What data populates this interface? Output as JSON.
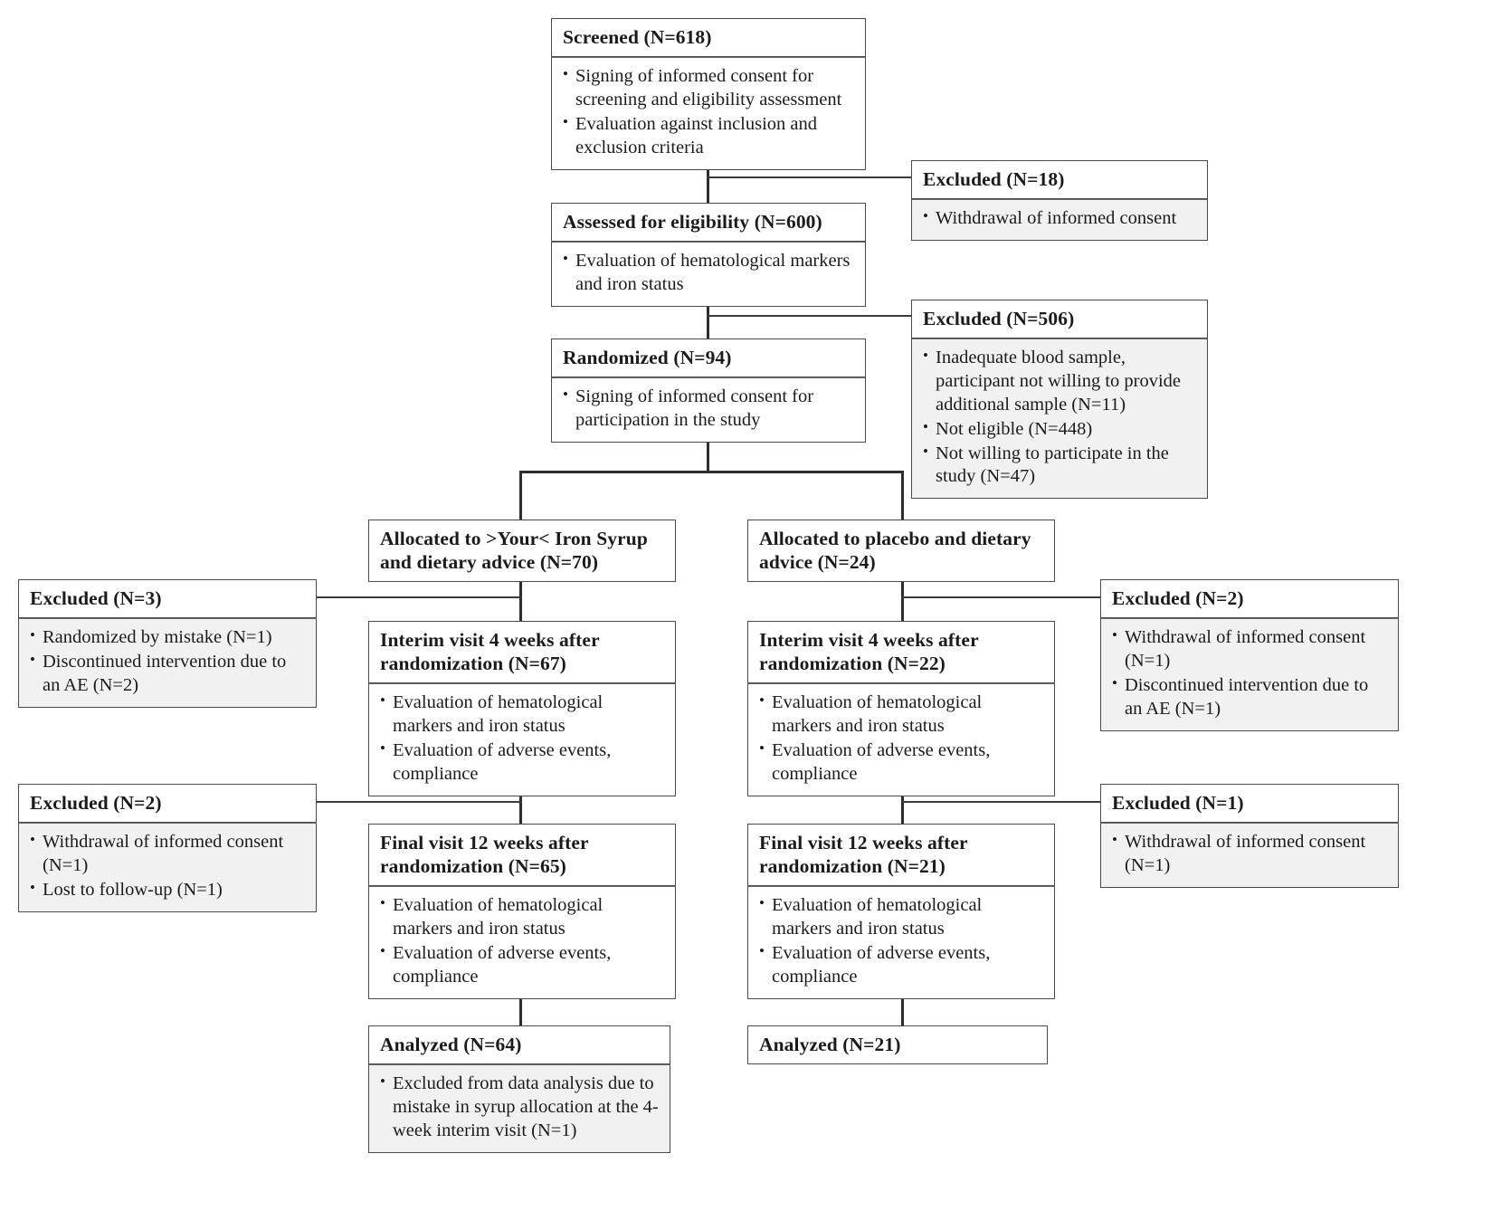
{
  "diagram": {
    "type": "consort-flow-diagram",
    "nodes": {
      "screened": {
        "title": "Screened (N=618)",
        "items": [
          "Signing of informed consent for screening and eligibility assessment",
          "Evaluation against inclusion and exclusion criteria"
        ]
      },
      "excluded_18": {
        "title": "Excluded (N=18)",
        "items": [
          "Withdrawal of informed consent"
        ]
      },
      "assessed": {
        "title": "Assessed for eligibility (N=600)",
        "items": [
          "Evaluation of hematological markers and iron status"
        ]
      },
      "excluded_506": {
        "title": "Excluded (N=506)",
        "items": [
          "Inadequate blood sample, participant not willing to provide additional sample (N=11)",
          "Not eligible (N=448)",
          "Not willing to participate in the study (N=47)"
        ]
      },
      "randomized": {
        "title": "Randomized (N=94)",
        "items": [
          "Signing of informed consent for participation in the study"
        ]
      },
      "alloc_iron": {
        "title": "Allocated to >Your< Iron Syrup and dietary advice (N=70)",
        "items": []
      },
      "alloc_placebo": {
        "title": "Allocated to placebo and dietary advice (N=24)",
        "items": []
      },
      "excluded_left_3": {
        "title": "Excluded (N=3)",
        "items": [
          "Randomized by mistake (N=1)",
          "Discontinued intervention due to an AE (N=2)"
        ]
      },
      "excluded_right_2": {
        "title": "Excluded (N=2)",
        "items": [
          "Withdrawal of informed consent (N=1)",
          "Discontinued intervention due to an AE (N=1)"
        ]
      },
      "interim_iron": {
        "title": "Interim visit 4 weeks after randomization (N=67)",
        "items": [
          "Evaluation of hematological markers and iron status",
          "Evaluation of adverse events, compliance"
        ]
      },
      "interim_placebo": {
        "title": "Interim visit 4 weeks after randomization (N=22)",
        "items": [
          "Evaluation of hematological markers and iron status",
          "Evaluation of adverse events, compliance"
        ]
      },
      "excluded_left_2": {
        "title": "Excluded (N=2)",
        "items": [
          "Withdrawal of informed consent (N=1)",
          "Lost to follow-up (N=1)"
        ]
      },
      "excluded_right_1": {
        "title": "Excluded (N=1)",
        "items": [
          "Withdrawal of informed consent (N=1)"
        ]
      },
      "final_iron": {
        "title": "Final visit 12 weeks after randomization (N=65)",
        "items": [
          "Evaluation of hematological markers and iron status",
          "Evaluation of adverse events, compliance"
        ]
      },
      "final_placebo": {
        "title": "Final visit 12 weeks after randomization (N=21)",
        "items": [
          "Evaluation of hematological markers and iron status",
          "Evaluation of adverse events, compliance"
        ]
      },
      "analyzed_iron": {
        "title": "Analyzed (N=64)",
        "items": [
          "Excluded from data analysis due to mistake in syrup allocation at the 4-week interim visit (N=1)"
        ]
      },
      "analyzed_placebo": {
        "title": "Analyzed (N=21)",
        "items": []
      }
    },
    "colors": {
      "border": "#4a4a4a",
      "line": "#2d2d2d",
      "body_gray": "#f1f1f1",
      "body_white": "#ffffff",
      "text": "#1b1b1b"
    }
  }
}
